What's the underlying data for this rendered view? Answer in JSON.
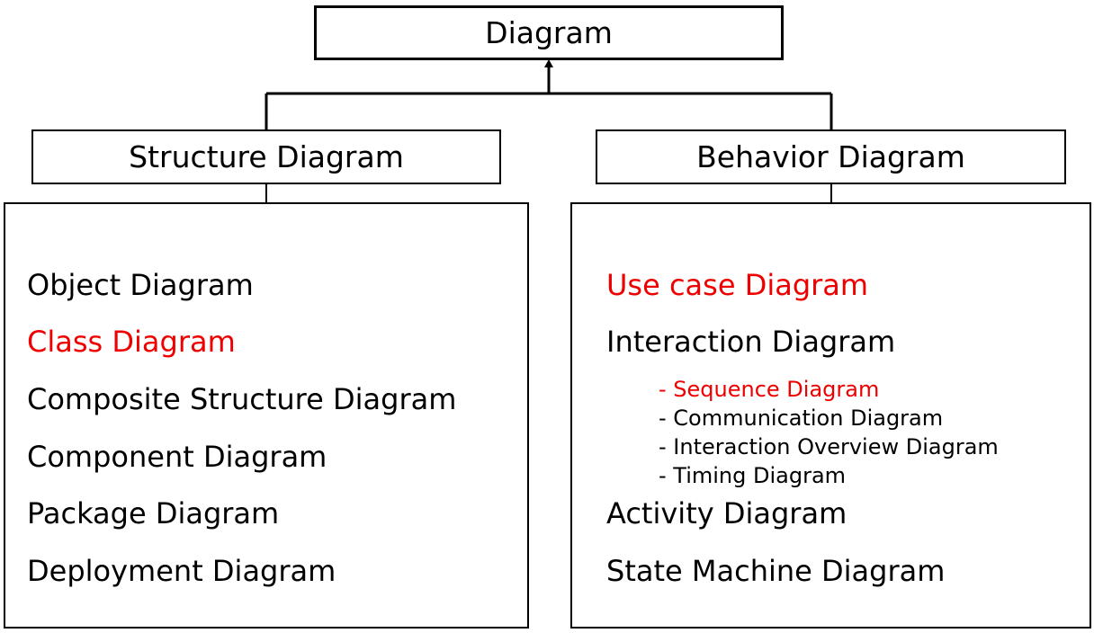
{
  "root": {
    "label": "Diagram"
  },
  "structure": {
    "label": "Structure Diagram",
    "items": [
      {
        "label": "Object Diagram",
        "color": "#000000"
      },
      {
        "label": "Class Diagram",
        "color": "#ee0000"
      },
      {
        "label": "Composite Structure Diagram",
        "color": "#000000"
      },
      {
        "label": "Component Diagram",
        "color": "#000000"
      },
      {
        "label": "Package Diagram",
        "color": "#000000"
      },
      {
        "label": "Deployment Diagram",
        "color": "#000000"
      }
    ]
  },
  "behavior": {
    "label": "Behavior Diagram",
    "items": [
      {
        "label": "Use case Diagram",
        "color": "#ee0000"
      },
      {
        "label": "Interaction Diagram",
        "color": "#000000"
      },
      {
        "label": "Activity Diagram",
        "color": "#000000"
      },
      {
        "label": "State Machine Diagram",
        "color": "#000000"
      }
    ],
    "interaction_subitems": [
      {
        "label": "- Sequence Diagram",
        "color": "#ee0000"
      },
      {
        "label": "- Communication Diagram",
        "color": "#000000"
      },
      {
        "label": "- Interaction Overview Diagram",
        "color": "#000000"
      },
      {
        "label": "- Timing Diagram",
        "color": "#000000"
      }
    ]
  },
  "colors": {
    "highlight": "#ee0000",
    "line": "#000000"
  }
}
